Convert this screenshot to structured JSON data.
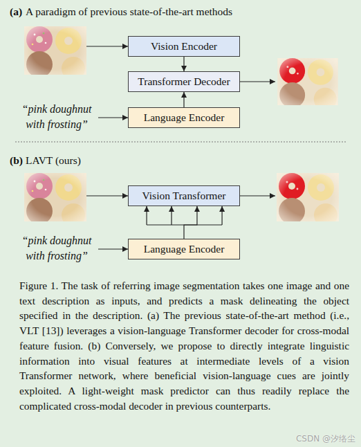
{
  "diagram": {
    "caption": "Figure 1. The task of referring image segmentation takes one image and one text description as inputs, and predicts a mask delineating the object specified in the description. (a) The previous state-of-the-art method (i.e., VLT [13]) leverages a vision-language Transformer decoder for cross-modal feature fusion. (b) Conversely, we propose to directly integrate linguistic information into visual features at intermediate levels of a vision Transformer network, where beneficial vision-language cues are jointly exploited. A light-weight mask predictor can thus readily replace the complicated cross-modal decoder in previous counterparts.",
    "nodes": [
      {
        "text": [
          "Vision Encoder"
        ]
      },
      {
        "text": [
          "Transformer Decoder"
        ]
      },
      {
        "text": [
          "Language Encoder"
        ]
      },
      {
        "text": [
          "Vision Transformer"
        ]
      },
      {
        "text": [
          "Language Encoder"
        ]
      }
    ],
    "edges": [
      {
        "from": 0,
        "to": 1,
        "arrow": "to"
      },
      {
        "from": 2,
        "to": 1,
        "arrow": "to"
      },
      {
        "from": 4,
        "to": 3,
        "arrow": "to"
      }
    ],
    "labels": [
      "(a)",
      "A paradigm of previous state-of-the-art methods",
      "“pink doughnut with frosting”",
      "(b)",
      "LAVT (ours)",
      "“pink doughnut with frosting”",
      "CSDN @汐络尘"
    ]
  }
}
